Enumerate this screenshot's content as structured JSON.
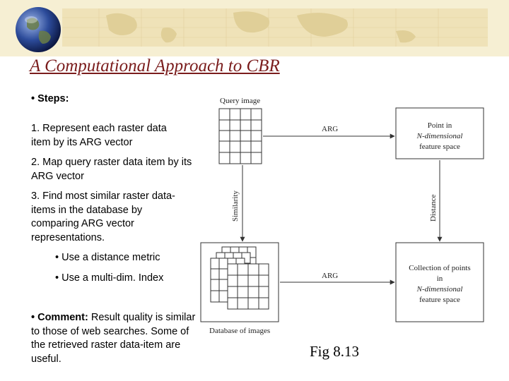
{
  "slide": {
    "title": "A Computational Approach to CBR",
    "steps_heading": "• Steps:",
    "step1": "1. Represent each raster data item by its ARG vector",
    "step2": "2. Map query raster data item by its ARG vector",
    "step3": "3. Find most similar raster data-items in the database by comparing ARG vector representations.",
    "sub1": "• Use a distance metric",
    "sub2": "• Use a multi-dim. Index",
    "comment_label": "• Comment:",
    "comment_text": " Result quality is similar to those of web searches. Some of the retrieved raster data-item are useful.",
    "fig_label": "Fig 8.13"
  },
  "diagram": {
    "query_image_label": "Query image",
    "database_label": "Database of images",
    "arg_top": "ARG",
    "arg_bottom": "ARG",
    "similarity": "Similarity",
    "distance": "Distance",
    "point_box": [
      "Point in",
      "N-dimensional",
      "feature space"
    ],
    "collection_box": [
      "Collection of points",
      "in",
      "N-dimensional",
      "feature space"
    ]
  },
  "colors": {
    "title": "#7a1c1c",
    "banner": "#efe2b8",
    "diagram_line": "#333333"
  }
}
